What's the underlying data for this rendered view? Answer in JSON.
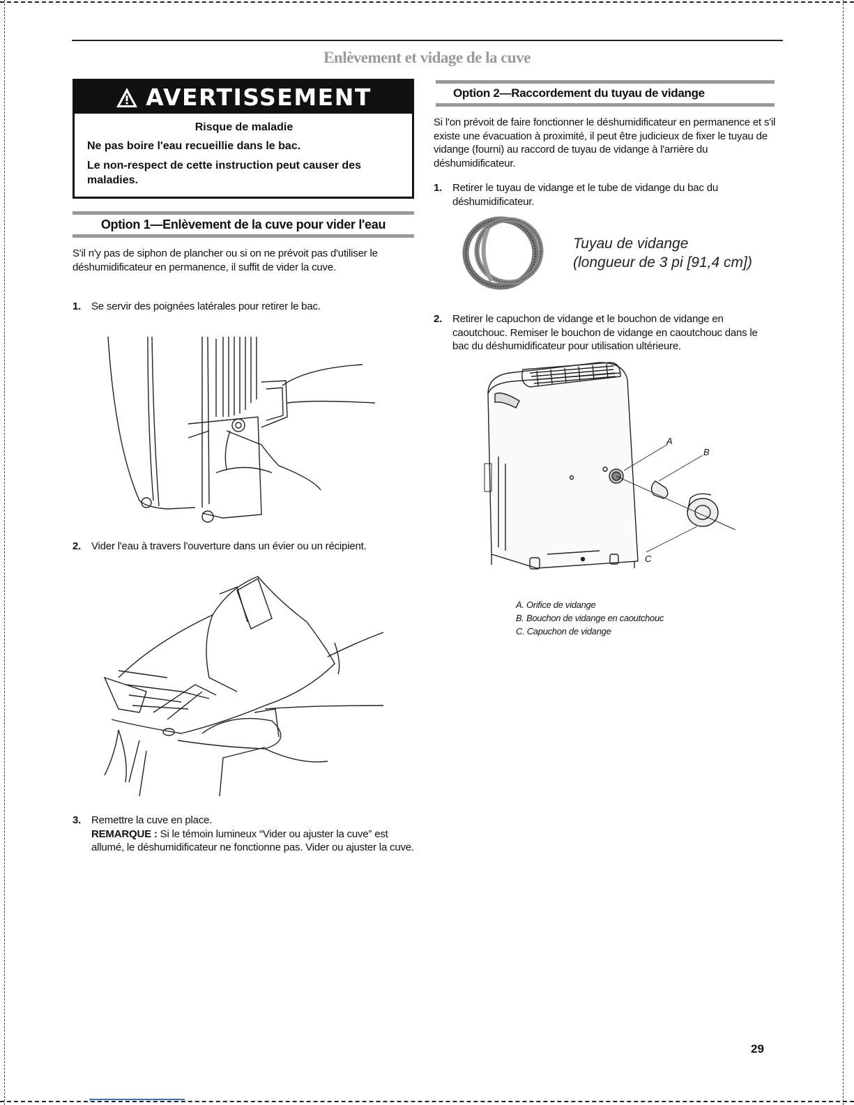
{
  "page": {
    "title": "Enlèvement et vidage de la cuve",
    "number": "29"
  },
  "warning": {
    "title": "AVERTISSEMENT",
    "risk": "Risque de maladie",
    "line1": "Ne pas boire l'eau recueillie dans le bac.",
    "line2": "Le non-respect de cette instruction peut causer des maladies."
  },
  "option1": {
    "heading": "Option 1—Enlèvement de la cuve pour vider l'eau",
    "intro": "S'il n'y pas de siphon de plancher ou si on ne prévoit pas d'utiliser le déshumidificateur en permanence, il suffit de vider la cuve.",
    "steps": [
      {
        "num": "1.",
        "text": "Se servir des poignées latérales pour retirer le bac."
      },
      {
        "num": "2.",
        "text": "Vider l'eau à travers l'ouverture dans un évier ou un récipient."
      },
      {
        "num": "3.",
        "text": "Remettre la cuve en place.",
        "note_label": "REMARQUE :",
        "note_text": "Si le témoin lumineux “Vider ou ajuster la cuve” est allumé, le déshumidificateur ne fonctionne pas. Vider ou ajuster la cuve."
      }
    ]
  },
  "option2": {
    "heading": "Option 2—Raccordement du tuyau de vidange",
    "intro": "Si l'on prévoit de faire fonctionner le déshumidificateur en permanence et s'il existe une évacuation à proximité, il peut être judicieux de fixer le tuyau de vidange (fourni) au raccord de tuyau de vidange à l'arrière du déshumidificateur.",
    "steps": [
      {
        "num": "1.",
        "text": "Retirer le tuyau de vidange et le tube de vidange du bac du déshumidificateur."
      },
      {
        "num": "2.",
        "text": "Retirer le capuchon de vidange et le bouchon de vidange en caoutchouc. Remiser le bouchon de vidange en caoutchouc dans le bac du déshumidificateur pour utilisation ultérieure."
      }
    ],
    "hose_caption_line1": "Tuyau de vidange",
    "hose_caption_line2": "(longueur de 3 pi [91,4 cm])",
    "figure_labels": {
      "a": "A",
      "b": "B",
      "c": "C"
    },
    "legend": [
      "A. Orifice de vidange",
      "B. Bouchon de vidange en caoutchouc",
      "C. Capuchon de vidange"
    ]
  }
}
